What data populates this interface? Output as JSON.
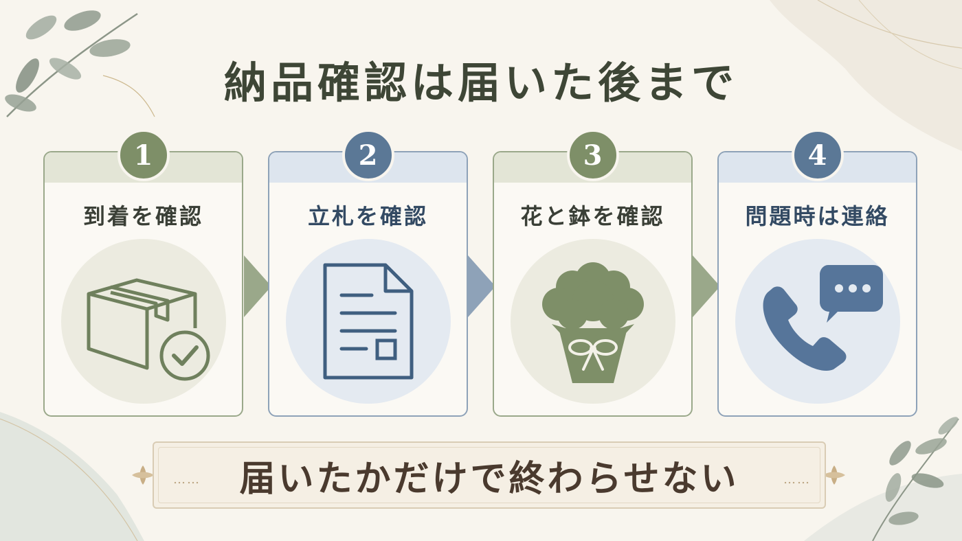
{
  "title": "納品確認は届いた後まで",
  "steps": [
    {
      "number": "1",
      "label": "到着を確認",
      "icon": "box-check-icon",
      "theme": "green"
    },
    {
      "number": "2",
      "label": "立札を確認",
      "icon": "document-icon",
      "theme": "blue"
    },
    {
      "number": "3",
      "label": "花と鉢を確認",
      "icon": "bouquet-icon",
      "theme": "green"
    },
    {
      "number": "4",
      "label": "問題時は連絡",
      "icon": "phone-chat-icon",
      "theme": "blue"
    }
  ],
  "banner": {
    "text": "届いたかだけで終わらせない",
    "dots": "……"
  },
  "colors": {
    "green": "#7e8f68",
    "blue": "#5b7896",
    "title": "#3e4636",
    "banner_text": "#4a3a2e",
    "background": "#f8f5ee"
  }
}
